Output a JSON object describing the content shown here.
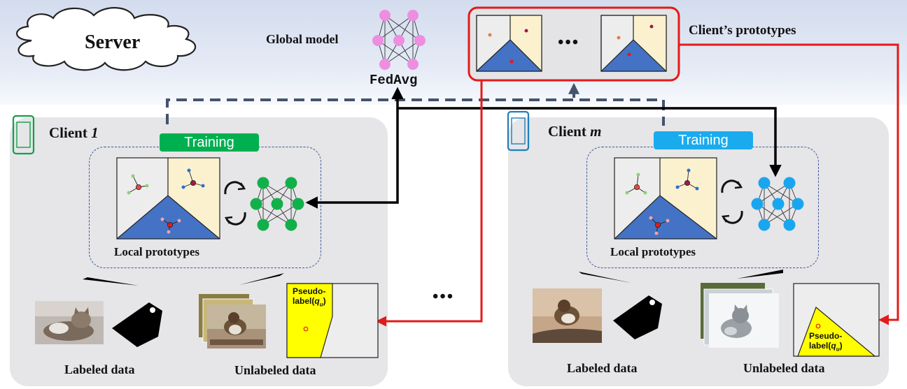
{
  "server": {
    "label": "Server"
  },
  "global_model": {
    "label": "Global model",
    "algorithm": "FedAvg"
  },
  "prototypes_legend": {
    "label": "Client’s prototypes",
    "ellipsis": "•••"
  },
  "clients": [
    {
      "title_prefix": "Client ",
      "title_index": "1",
      "training": "Training",
      "training_color": "#00b050",
      "local_prototypes": "Local prototypes",
      "labeled": "Labeled data",
      "unlabeled": "Unlabeled data",
      "pseudo_label": "Pseudo-",
      "pseudo_label2": "label(",
      "pseudo_var": "q",
      "pseudo_sub": "u",
      "pseudo_close": ")"
    },
    {
      "title_prefix": "Client ",
      "title_index": "m",
      "training": "Training",
      "training_color": "#1aabef",
      "local_prototypes": "Local prototypes",
      "labeled": "Labeled data",
      "unlabeled": "Unlabeled data",
      "pseudo_label": "Pseudo-",
      "pseudo_label2": "label(",
      "pseudo_var": "q",
      "pseudo_sub": "u",
      "pseudo_close": ")"
    }
  ],
  "middle_ellipsis": "•••",
  "colors": {
    "red_arrow": "#e31a1a",
    "dash_arrow": "#44546a",
    "region_blue": "#4472c4",
    "region_cream": "#fcf1cf",
    "region_grey": "#ededed",
    "node_pink": "#ee8ee0",
    "node_green": "#12b04a",
    "node_blue": "#1aa6ef",
    "pseudo_yellow": "#ffff00"
  },
  "icons": [
    "cloud-icon",
    "phone-icon",
    "price-tag-icon",
    "cycle-arrows-icon",
    "cat-photo",
    "bird-photo"
  ]
}
